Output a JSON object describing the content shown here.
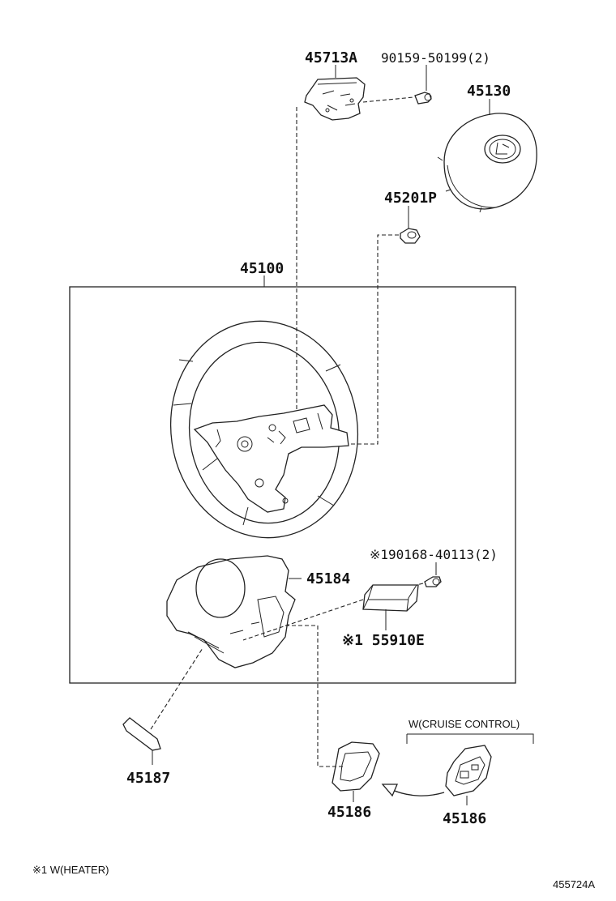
{
  "parts": {
    "p45713A": "45713A",
    "p90159": "90159-50199(2)",
    "p45130": "45130",
    "p45201P": "45201P",
    "p45100": "45100",
    "p90168": "※190168-40113(2)",
    "p45184": "45184",
    "p55910E": "※1 55910E",
    "p45187": "45187",
    "p45186a": "45186",
    "p45186b": "45186"
  },
  "notes": {
    "cruise_control": "W(CRUISE CONTROL)",
    "heater_footnote": "※1 W(HEATER)",
    "diagram_id": "455724A"
  }
}
